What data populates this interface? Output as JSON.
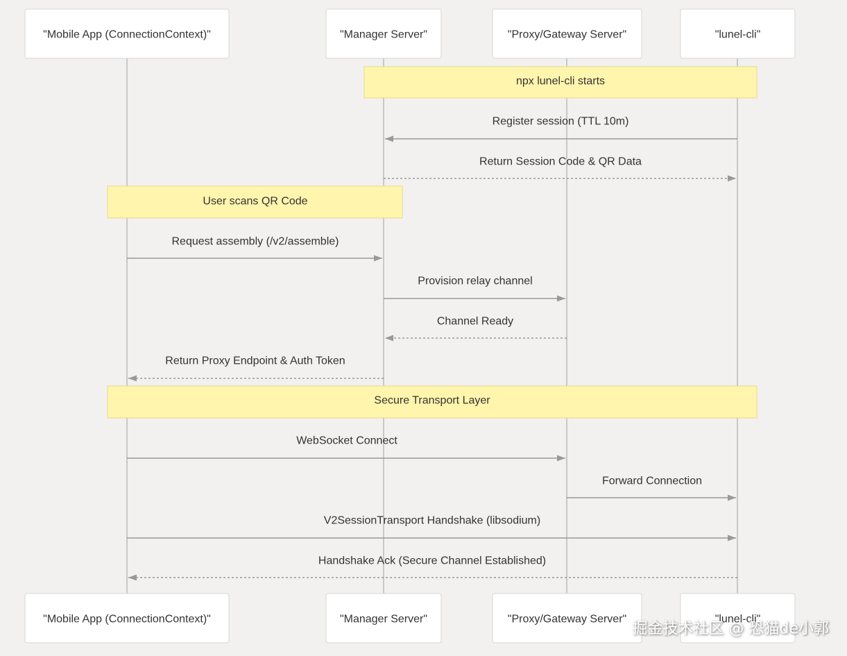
{
  "participants": [
    {
      "label": "\"Mobile App (ConnectionContext)\""
    },
    {
      "label": "\"Manager Server\""
    },
    {
      "label": "\"Proxy/Gateway Server\""
    },
    {
      "label": "\"lunel-cli\""
    }
  ],
  "notes": [
    {
      "text": "npx lunel-cli starts"
    },
    {
      "text": "User scans QR Code"
    },
    {
      "text": "Secure Transport Layer"
    }
  ],
  "messages": [
    {
      "text": "Register session (TTL 10m)"
    },
    {
      "text": "Return Session Code & QR Data"
    },
    {
      "text": "Request assembly (/v2/assemble)"
    },
    {
      "text": "Provision relay channel"
    },
    {
      "text": "Channel Ready"
    },
    {
      "text": "Return Proxy Endpoint & Auth Token"
    },
    {
      "text": "WebSocket Connect"
    },
    {
      "text": "Forward Connection"
    },
    {
      "text": "V2SessionTransport Handshake (libsodium)"
    },
    {
      "text": "Handshake Ack (Secure Channel Established)"
    }
  ],
  "watermark": "掘金技术社区 @ 恐猫de小郭",
  "colors": {
    "bg": "#f2f1f0",
    "participant-fill": "#ffffff",
    "participant-stroke": "#d6d6d6",
    "lifeline": "#c8c8c8",
    "note-fill": "#fff5ad",
    "note-stroke": "#e9d98a",
    "line": "#999999",
    "text": "#333333"
  }
}
